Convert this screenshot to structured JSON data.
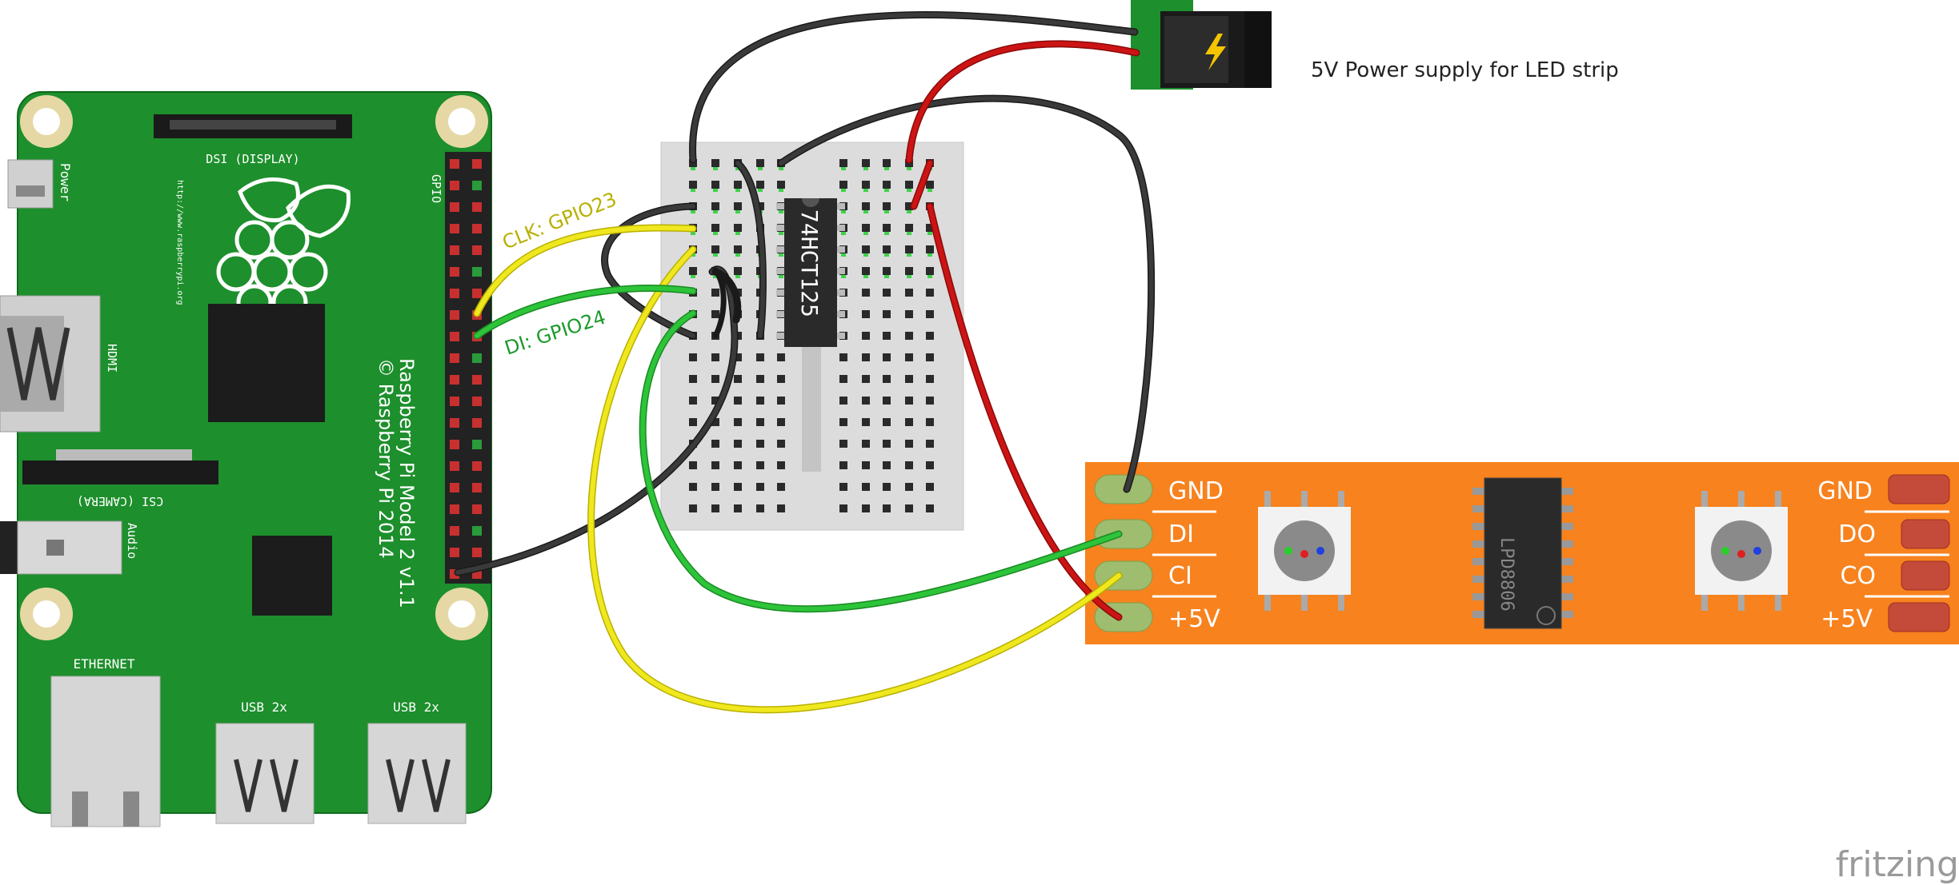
{
  "raspberry_pi": {
    "model_line1": "Raspberry Pi Model 2 v1.1",
    "model_line2": "© Raspberry Pi 2014",
    "url": "http://www.raspberrypi.org",
    "dsi_label": "DSI (DISPLAY)",
    "csi_label": "CSI (CAMERA)",
    "power_label": "Power",
    "hdmi_label": "HDMI",
    "audio_label": "Audio",
    "gpio_label": "GPIO",
    "ethernet_label": "ETHERNET",
    "usb1_label": "USB 2x",
    "usb2_label": "USB 2x"
  },
  "wire_labels": {
    "clk": "CLK: GPIO23",
    "di": "DI: GPIO24"
  },
  "ic": {
    "label": "74HCT125"
  },
  "power_supply": {
    "label": "5V Power supply for LED strip"
  },
  "led_strip": {
    "left_pins": [
      "GND",
      "DI",
      "CI",
      "+5V"
    ],
    "right_pins": [
      "GND",
      "DO",
      "CO",
      "+5V"
    ],
    "chip_label": "LPD8806"
  },
  "watermark": "fritzing",
  "colors": {
    "pcb_green": "#1d8f2c",
    "strip_orange": "#f7821e",
    "wire_black": "#2a2a2a",
    "wire_red": "#cc1414",
    "wire_yellow": "#f0e81e",
    "wire_green": "#2dc43a",
    "clk_label": "#b8b000",
    "di_label": "#1a9a2a"
  }
}
